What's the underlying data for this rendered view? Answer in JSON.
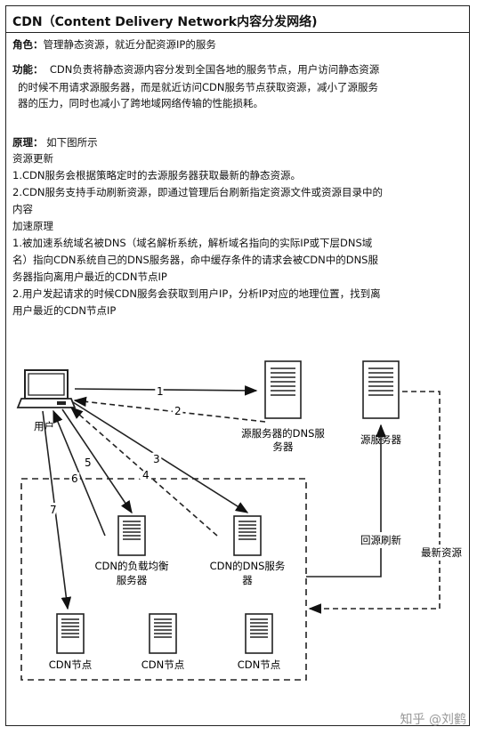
{
  "title": "CDN（Content Delivery Network内容分发网络)",
  "role": {
    "label": "角色：",
    "text": "管理静态资源，就近分配资源IP的服务"
  },
  "function": {
    "label": "功能：",
    "lines": [
      "CDN负责将静态资源内容分发到全国各地的服务节点，用户访问静态资源",
      "的时候不用请求源服务器，而是就近访问CDN服务节点获取资源，减小了源服务",
      "器的压力，同时也减小了跨地域网络传输的性能损耗。"
    ]
  },
  "principle": {
    "label": "原理：",
    "intro": "如下图所示",
    "lines": [
      "资源更新",
      "1.CDN服务会根据策略定时的去源服务器获取最新的静态资源。",
      "2.CDN服务支持手动刷新资源，即通过管理后台刷新指定资源文件或资源目录中的",
      "内容",
      "加速原理",
      "1.被加速系统域名被DNS（域名解析系统，解析域名指向的实际IP或下层DNS域",
      "名）指向CDN系统自己的DNS服务器，命中缓存条件的请求会被CDN中的DNS服",
      "务器指向离用户最近的CDN节点IP",
      "2.用户发起请求的时候CDN服务会获取到用户IP，分析IP对应的地理位置，找到离",
      "用户最近的CDN节点IP"
    ]
  },
  "diagram": {
    "user_label": "用户",
    "origin_dns_label_1": "源服务器的DNS服",
    "origin_dns_label_2": "务器",
    "origin_server_label": "源服务器",
    "lb_label_1": "CDN的负载均衡",
    "lb_label_2": "服务器",
    "cdn_dns_label_1": "CDN的DNS服务",
    "cdn_dns_label_2": "器",
    "cdn_node_label": "CDN节点",
    "edge_1": "1",
    "edge_2": "2",
    "edge_3": "3",
    "edge_4": "4",
    "edge_5": "5",
    "edge_6": "6",
    "edge_7": "7",
    "back_to_origin_refresh": "回源刷新",
    "latest_resource": "最新资源"
  },
  "watermark": "知乎 @刘鹤"
}
